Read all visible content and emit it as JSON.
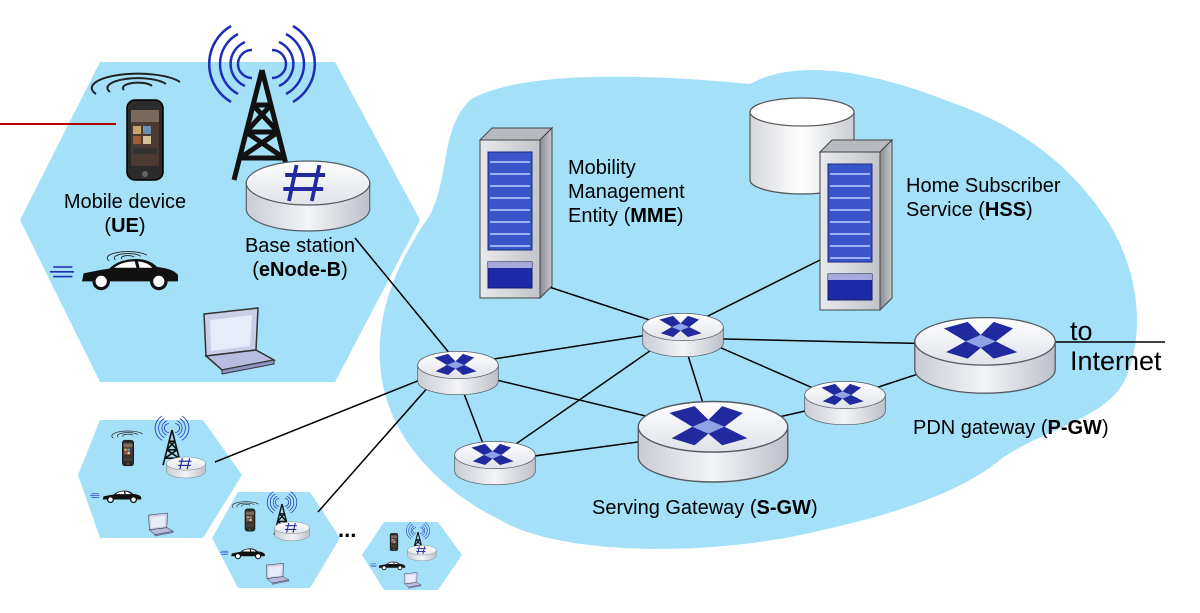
{
  "colors": {
    "core_network": "#a4e1f8",
    "radio_cell": "#a4e1f8",
    "router_body": "#e4e7ee",
    "router_arrows": "#202a9e",
    "link": "#000000",
    "internet_connector": "#b30000"
  },
  "labels": {
    "ue": {
      "line1": "Mobile device",
      "open": "(",
      "bold": "UE",
      "close": ")"
    },
    "enodeb": {
      "line1": "Base station",
      "open": "(",
      "bold": "eNode-B",
      "close": ")"
    },
    "mme": {
      "line1": "Mobility",
      "line2": "Management",
      "line3_prefix": "Entity (",
      "bold": "MME",
      "close": ")"
    },
    "hss": {
      "line1": "Home Subscriber",
      "line2_prefix": "Service (",
      "bold": "HSS",
      "close": ")"
    },
    "pgw": {
      "prefix": "PDN gateway (",
      "bold": "P-GW",
      "close": ")"
    },
    "sgw": {
      "prefix": "Serving Gateway (",
      "bold": "S-GW",
      "close": ")"
    },
    "internet": {
      "line1": "to",
      "line2": "Internet"
    },
    "ellipsis": "..."
  },
  "icons": {
    "antenna_tower": "antenna-tower-icon",
    "smartphone": "smartphone-icon",
    "car": "car-icon",
    "laptop": "laptop-icon",
    "server": "server-icon",
    "database": "database-icon",
    "router": "router-icon"
  }
}
